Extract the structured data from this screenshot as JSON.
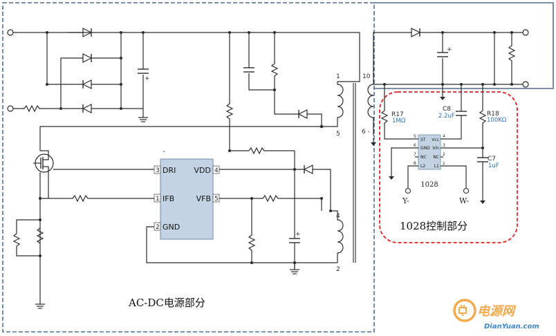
{
  "colors": {
    "wire": "#2b2b2b",
    "section_border": "#2a4d7a",
    "control_border": "#e02020",
    "ic_fill": "#c3d3e3",
    "ic_edge": "#6f8aa3",
    "value_blue": "#2e75b6",
    "watermark_orange": "#f2a13a",
    "watermark_blue": "#2b7bc7"
  },
  "sections": {
    "acdc_title": "AC-DC电源部分",
    "control_title": "1028控制部分"
  },
  "main_ic": {
    "pins": [
      {
        "num": "3",
        "name": "DRI"
      },
      {
        "num": "1",
        "name": "IFB"
      },
      {
        "num": "2",
        "name": "GND"
      },
      {
        "num": "4",
        "name": "VDD"
      },
      {
        "num": "5",
        "name": "VFB"
      }
    ],
    "dash_mark": "-"
  },
  "control_ic": {
    "name": "1028",
    "left_pins": [
      {
        "num": "5",
        "name": "ST"
      },
      {
        "num": "6",
        "name": "GND"
      },
      {
        "num": "7",
        "name": "NC"
      },
      {
        "num": "8",
        "name": "L2"
      }
    ],
    "right_pins": [
      {
        "num": "4",
        "name": "Vcc"
      },
      {
        "num": "3",
        "name": "Vin"
      },
      {
        "num": "2",
        "name": "NC"
      },
      {
        "num": "1",
        "name": "L1"
      }
    ]
  },
  "components": {
    "r17_label": "R17",
    "r17_value": "1MΩ",
    "c8_label": "C8",
    "c8_value": "2.2uF",
    "r18_label": "R18",
    "r18_value": "100KΩ",
    "c7_label": "C7",
    "c7_value": "1uF",
    "y_label": "Y-",
    "w_label": "W-"
  },
  "transformer": {
    "pin1": "1",
    "pin10": "10",
    "pin5": "5",
    "pin6": "6 -",
    "pin4": "4",
    "pin2": "2"
  },
  "cap_plus": "+",
  "watermark": {
    "cn": "电源网",
    "url": "DianYuan.com"
  }
}
